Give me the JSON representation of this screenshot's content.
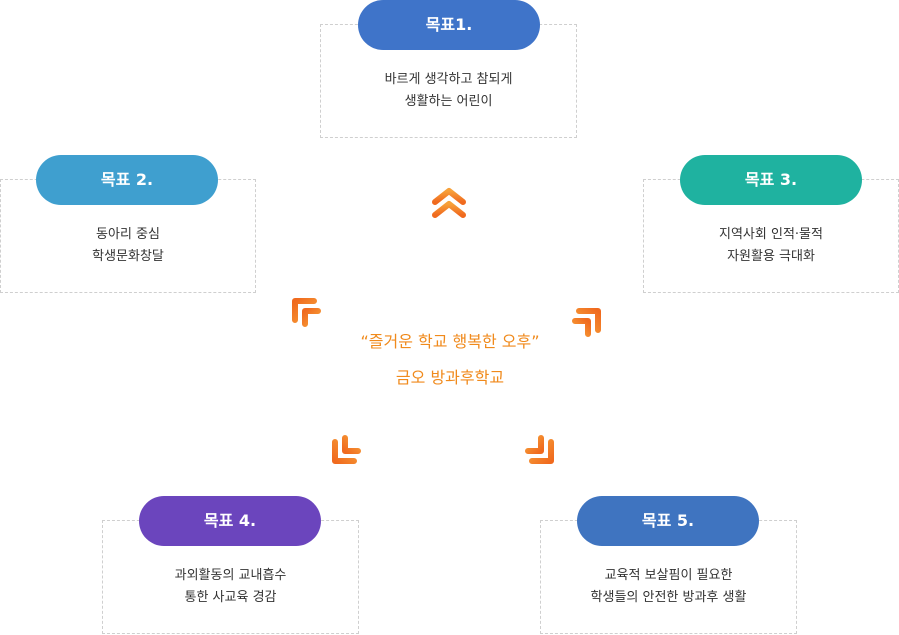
{
  "center": {
    "line1": "“즐거운 학교 행복한 오후”",
    "line2": "금오 방과후학교"
  },
  "goals": [
    {
      "title": "목표1.",
      "line1": "바르게 생각하고 참되게",
      "line2": "생활하는 어린이",
      "color": "#3f74c9"
    },
    {
      "title": "목표 2.",
      "line1": "동아리 중심",
      "line2": "학생문화창달",
      "color": "#3f9fcf"
    },
    {
      "title": "목표 3.",
      "line1": "지역사회 인적·물적",
      "line2": "자원활용 극대화",
      "color": "#1fb2a0"
    },
    {
      "title": "목표 4.",
      "line1": "과외활동의 교내흡수",
      "line2": "통한 사교육 경감",
      "color": "#6b45bd"
    },
    {
      "title": "목표 5.",
      "line1": "교육적 보살핌이 필요한",
      "line2": "학생들의 안전한 방과후 생활",
      "color": "#3f74c0"
    }
  ],
  "icons": {
    "arrow_up": "chevron-up-icon",
    "arrow_up_left": "chevron-up-left-icon",
    "arrow_up_right": "chevron-up-right-icon",
    "arrow_down_left": "chevron-down-left-icon",
    "arrow_down_right": "chevron-down-right-icon"
  },
  "accent_color": "#f08a1c"
}
